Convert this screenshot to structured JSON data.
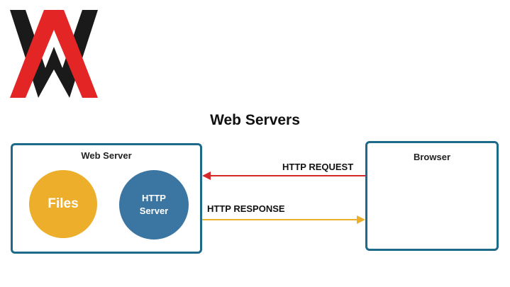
{
  "title": "Web Servers",
  "web_server": {
    "label": "Web Server",
    "files_label": "Files",
    "http_server_line1": "HTTP",
    "http_server_line2": "Server"
  },
  "browser": {
    "label": "Browser"
  },
  "arrows": {
    "request_label": "HTTP REQUEST",
    "request_color": "#d62828",
    "response_label": "HTTP RESPONSE",
    "response_color": "#ecae2b"
  },
  "colors": {
    "box_border": "#1e6a8a",
    "files_fill": "#ecae2b",
    "http_server_fill": "#3b76a3",
    "logo_red": "#e32526",
    "logo_black": "#1a1a1a"
  },
  "logo": {
    "icon": "javatpoint-logo-icon"
  }
}
